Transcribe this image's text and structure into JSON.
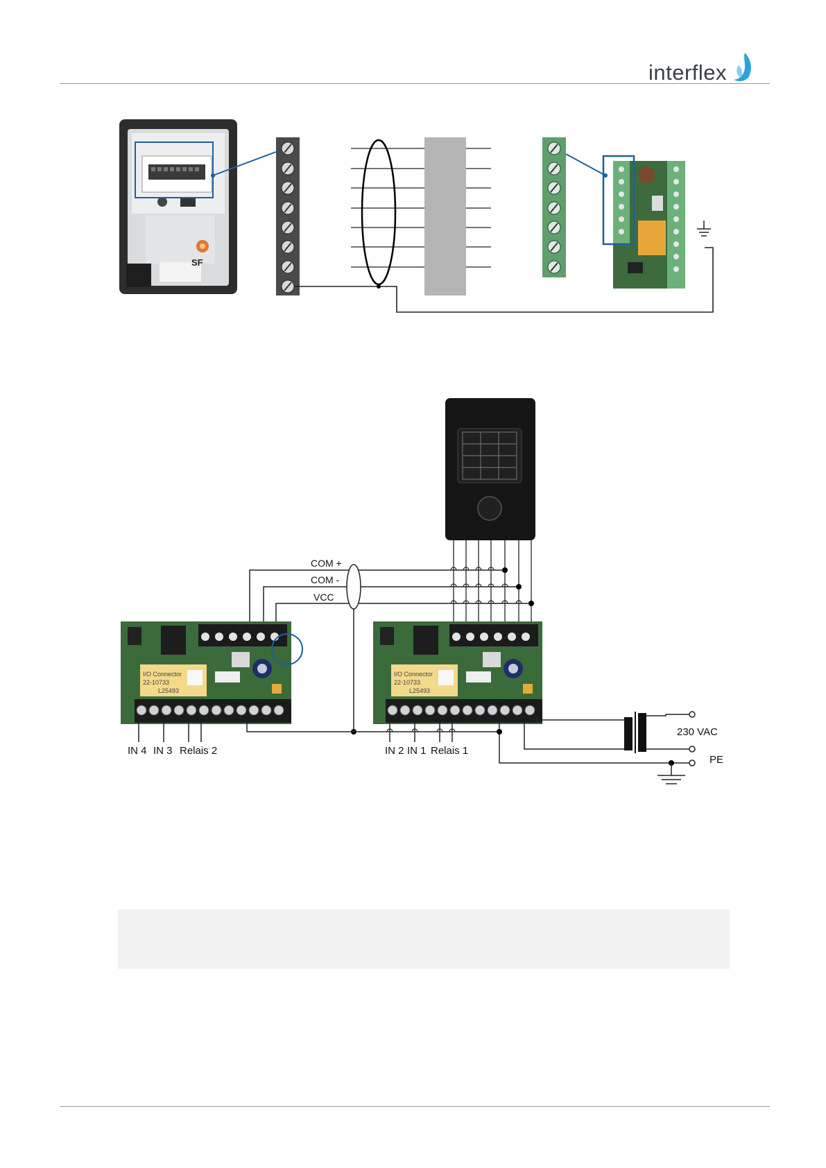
{
  "header": {
    "logo_text": "interflex"
  },
  "figure_top": {
    "reader_label": "SF"
  },
  "figure_bottom": {
    "bus_labels": {
      "com_plus": "COM +",
      "com_minus": "COM -",
      "vcc": "VCC"
    },
    "board_labels": {
      "connector_title": "I/O Connector",
      "part_number": "22-10733",
      "lot_number": "L25493"
    },
    "io_labels_left": {
      "in4": "IN 4",
      "in3": "IN 3",
      "relay2": "Relais 2"
    },
    "io_labels_right": {
      "in2": "IN 2",
      "in1": "IN 1",
      "relay1": "Relais 1"
    },
    "power_labels": {
      "mains": "230 VAC",
      "pe": "PE"
    }
  },
  "colors": {
    "accent_blue": "#1f5f9e",
    "pcb_green": "#3d6b3d",
    "terminal_green": "#5f9f6a",
    "terminal_dark": "#4a4a4a",
    "cable_grey": "#b5b5b5"
  }
}
